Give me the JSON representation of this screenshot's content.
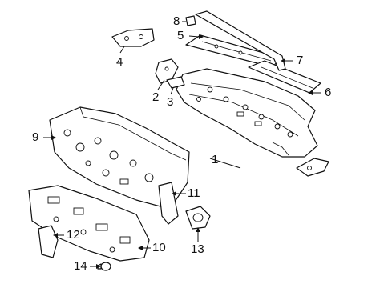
{
  "callouts": [
    "1",
    "2",
    "3",
    "4",
    "5",
    "6",
    "7",
    "8",
    "9",
    "10",
    "11",
    "12",
    "13",
    "14"
  ],
  "colors": {
    "line": "#111111",
    "background": "#ffffff"
  }
}
